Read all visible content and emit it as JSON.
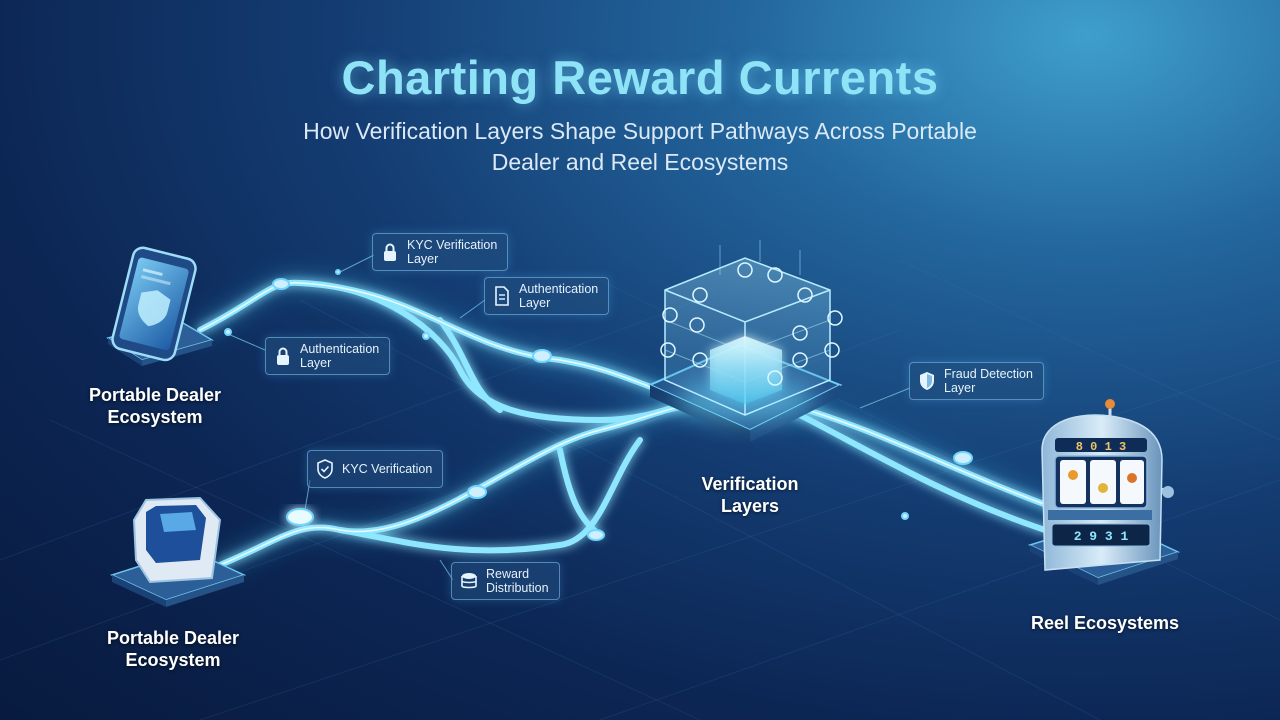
{
  "title": "Charting Reward Currents",
  "subtitle": "How Verification Layers Shape Support Pathways Across Portable Dealer and Reel Ecosystems",
  "nodes": {
    "top_dealer": "Portable Dealer\nEcosystem",
    "bottom_dealer": "Portable Dealer\nEcosystem",
    "verification": "Verification\nLayers",
    "reel": "Reel Ecosystems"
  },
  "callouts": {
    "kyc_top": "KYC Verification\nLayer",
    "auth_top": "Authentication\nLayer",
    "auth_left": "Authentication\nLayer",
    "kyc_bottom": "KYC Verification",
    "reward": "Reward\nDistribution",
    "fraud": "Fraud Detection\nLayer"
  },
  "icons": {
    "kyc_top": "padlock-icon",
    "auth_top": "document-icon",
    "auth_left": "padlock-icon",
    "kyc_bottom": "shield-check-icon",
    "reward": "coin-stack-icon",
    "fraud": "shield-icon"
  },
  "slot_display": {
    "top": "8 0 1 3",
    "bottom": "2 9 3 1"
  },
  "colors": {
    "title": "#8fe3f7",
    "path": "#7fdcff",
    "accent": "#3ec6f5"
  }
}
